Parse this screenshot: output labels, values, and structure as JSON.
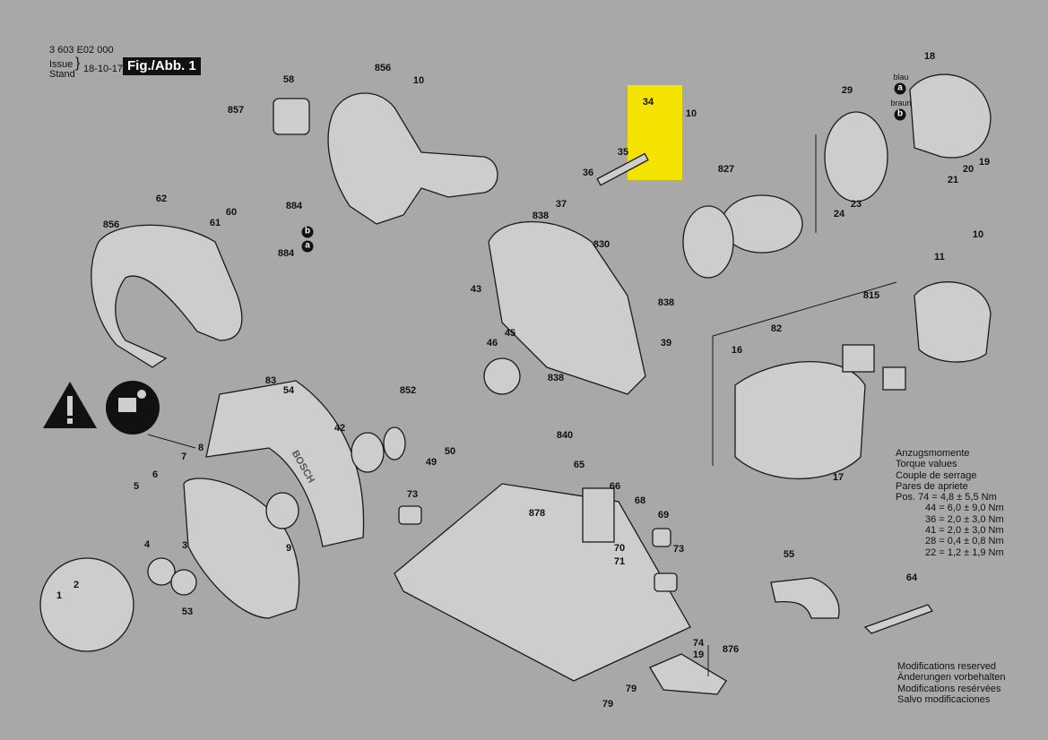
{
  "header": {
    "part_number": "3 603 E02 000",
    "issue_label": "Issue",
    "stand_label": "Stand",
    "date": "18-10-17",
    "figure": "Fig./Abb. 1"
  },
  "highlight_color": "#f4e300",
  "highlighted_part": "34",
  "wire_labels": {
    "blau": "blau",
    "braun": "braun",
    "a": "a",
    "b": "b"
  },
  "part_labels": [
    "857",
    "58",
    "856",
    "10",
    "62",
    "60",
    "61",
    "884",
    "884",
    "856",
    "34",
    "10",
    "35",
    "36",
    "37",
    "838",
    "827",
    "830",
    "838",
    "29",
    "18",
    "20",
    "19",
    "21",
    "24",
    "23",
    "10",
    "11",
    "815",
    "82",
    "16",
    "43",
    "46",
    "45",
    "39",
    "838",
    "852",
    "840",
    "83",
    "54",
    "42",
    "50",
    "49",
    "8",
    "7",
    "6",
    "5",
    "4",
    "3",
    "9",
    "53",
    "2",
    "1",
    "65",
    "66",
    "68",
    "69",
    "73",
    "878",
    "70",
    "71",
    "73",
    "17",
    "55",
    "64",
    "74",
    "19",
    "876",
    "79",
    "79"
  ],
  "torque": {
    "titles": [
      "Anzugsmomente",
      "Torque values",
      "Couple de serrage",
      "Pares de apriete"
    ],
    "rows": [
      "Pos. 74 = 4,8 ± 5,5 Nm",
      "44 = 6,0 ± 9,0 Nm",
      "36 = 2,0 ± 3,0 Nm",
      "41 = 2,0 ± 3,0 Nm",
      "28 = 0,4 ± 0,8 Nm",
      "22 = 1,2 ± 1,9 Nm"
    ]
  },
  "footer": [
    "Modifications reserved",
    "Änderungen vorbehalten",
    "Modifications resérvées",
    "Salvo modificaciones"
  ],
  "guard_brand": "BOSCH"
}
